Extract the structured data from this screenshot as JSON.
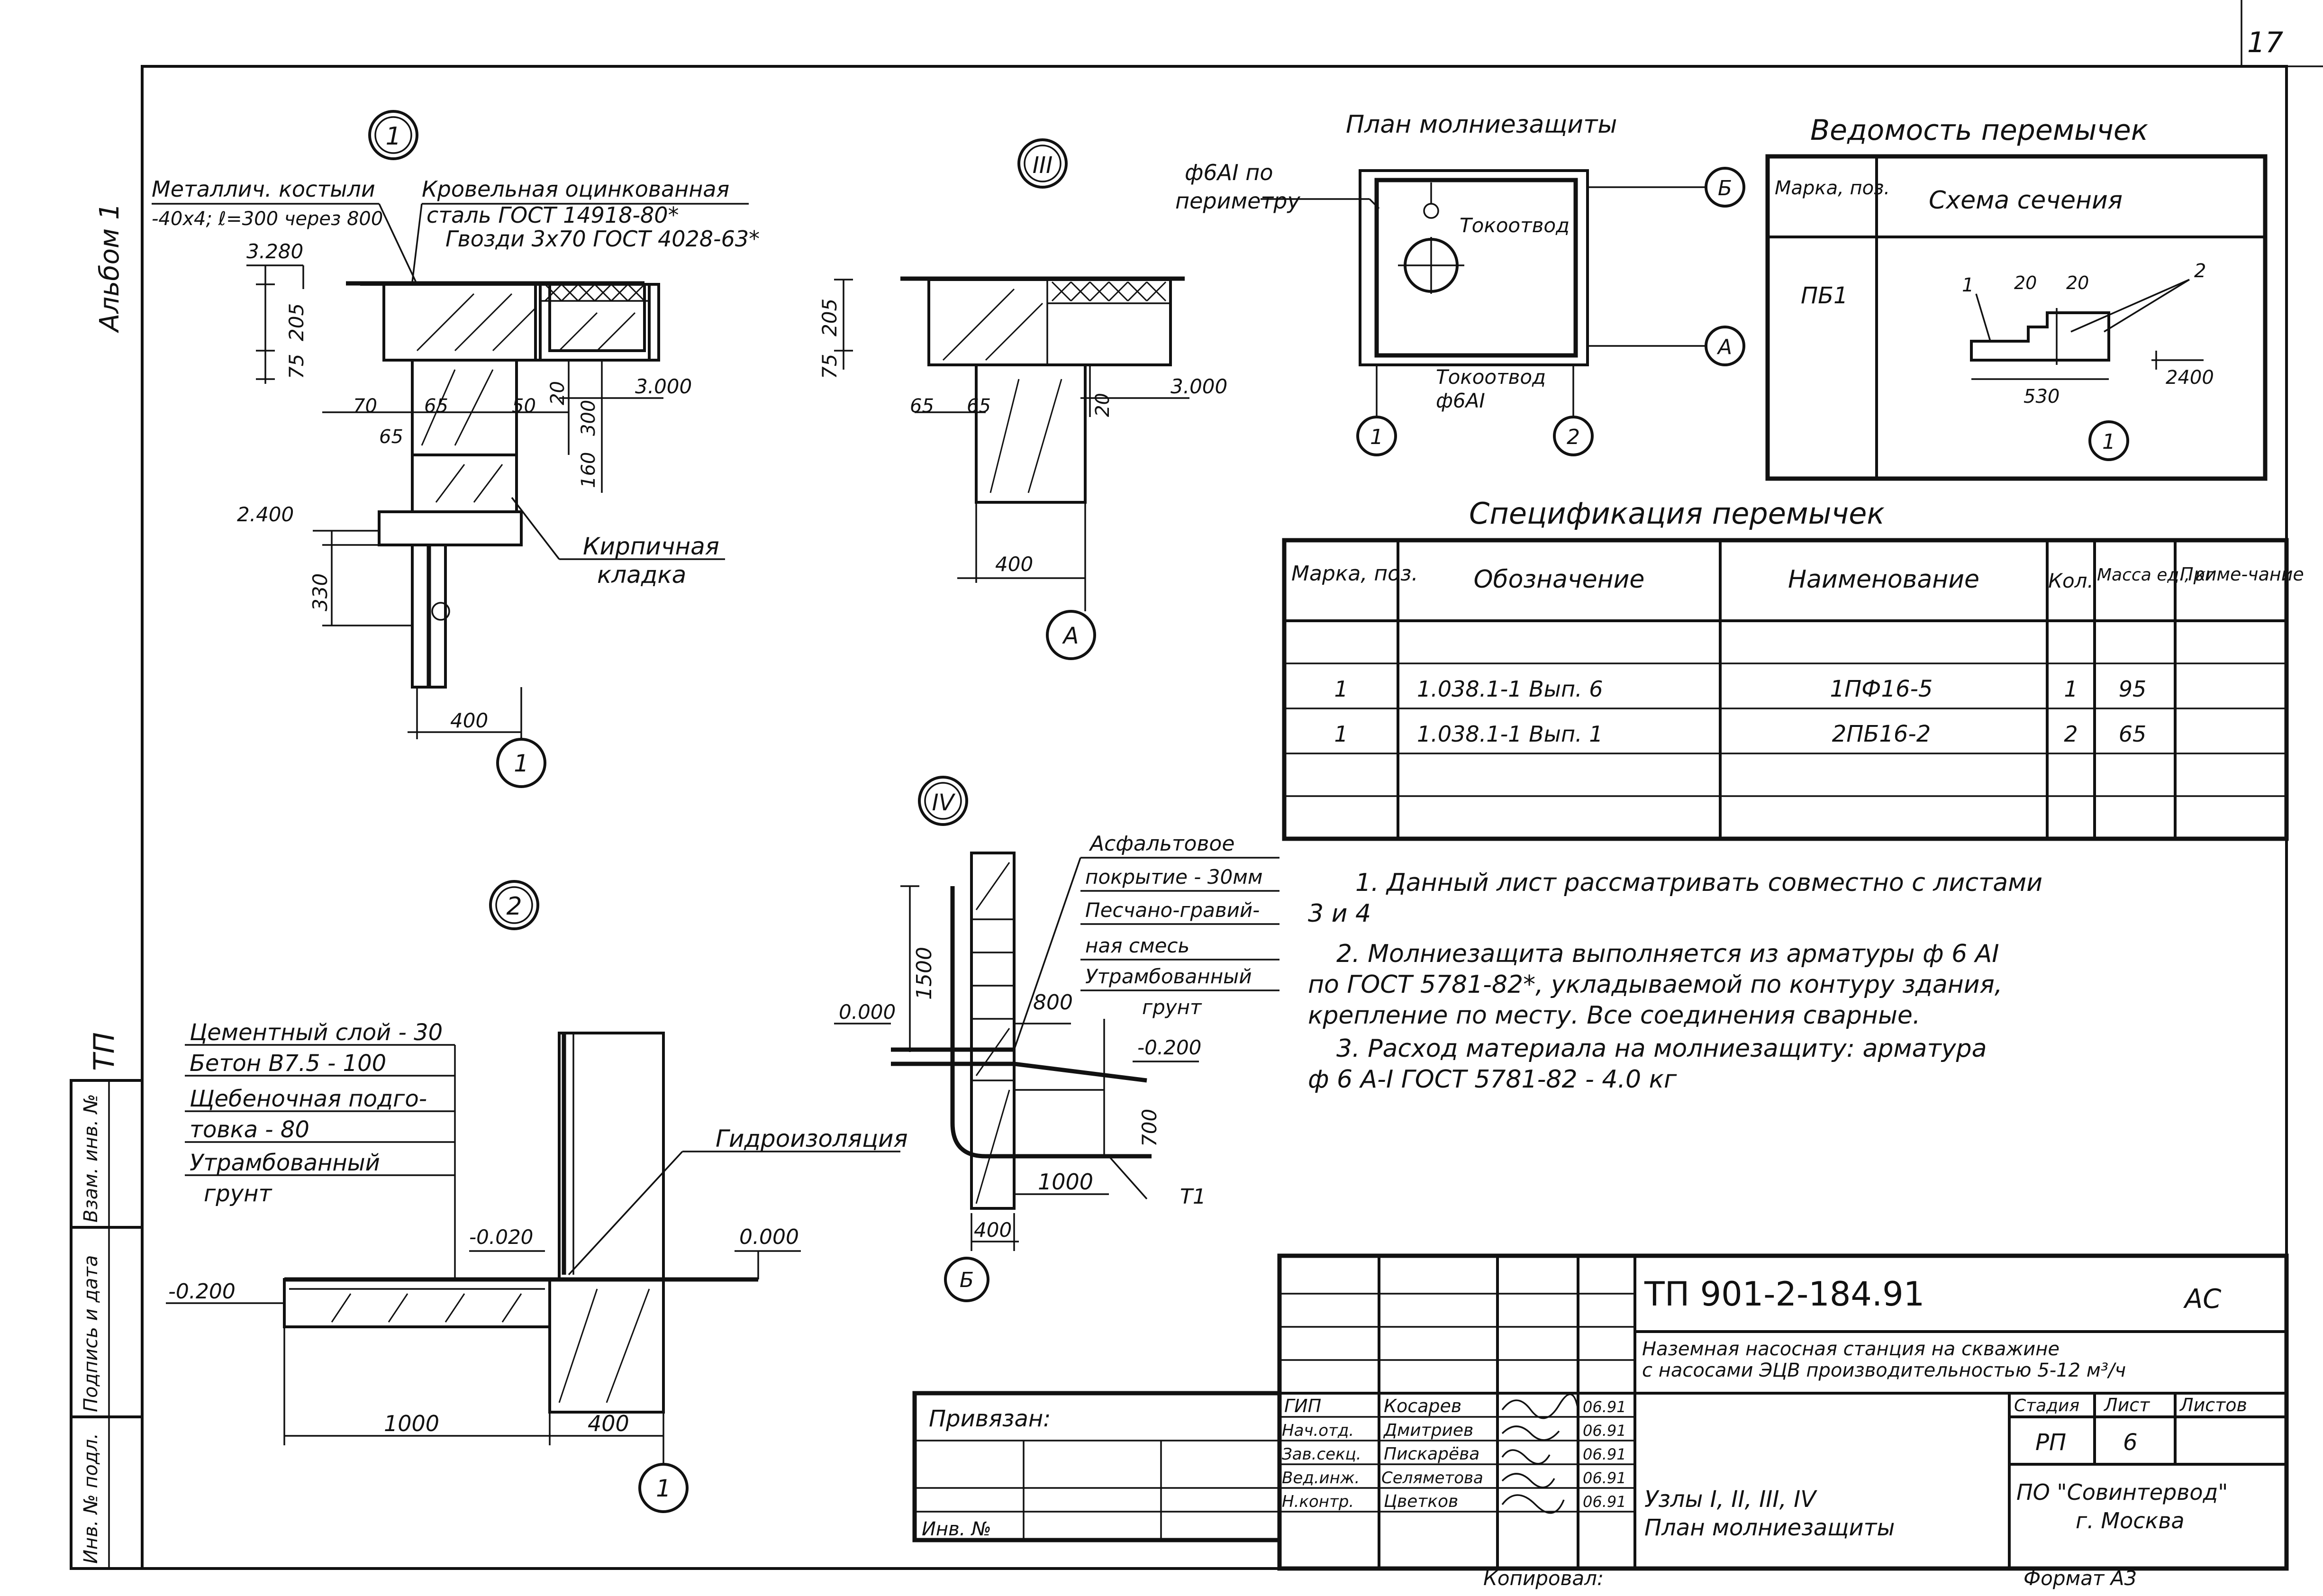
{
  "sheet": {
    "page_number": "17",
    "album_label": "Альбом 1",
    "tp_label": "ТП"
  },
  "side_stamp": {
    "col1": "Инв. № подл.",
    "col2": "Подпись и дата",
    "col3": "Взам. инв. №"
  },
  "node1": {
    "marker": "1",
    "label_metal": "Металлич. костыли",
    "label_metal2": "-40х4; ℓ=300 через 800",
    "label_roof1": "Кровельная оцинкованная",
    "label_roof2": "сталь ГОСТ 14918-80*",
    "label_roof3": "Гвозди 3х70 ГОСТ 4028-63*",
    "label_brick1": "Кирпичная",
    "label_brick2": "кладка",
    "dims": [
      "3.280",
      "205",
      "75",
      "70",
      "65",
      "65",
      "50",
      "20",
      "300",
      "160",
      "3.000",
      "2.400",
      "330",
      "400"
    ],
    "axis_marker": "1"
  },
  "node3": {
    "marker": "III",
    "dims": [
      "205",
      "75",
      "65",
      "65",
      "20",
      "3.000",
      "400"
    ],
    "axis_marker": "А"
  },
  "lightning_plan": {
    "title": "План молниезащиты",
    "perimeter1": "ф6АI по",
    "perimeter2": "периметру",
    "downconductor1": "Токоотвод",
    "downconductor2": "Токоотвод",
    "downconductor3": "ф6АI",
    "axes": [
      "Б",
      "А",
      "1",
      "2"
    ]
  },
  "lintel_sheet": {
    "title": "Ведомость перемычек",
    "col_mark": "Марка, поз.",
    "col_scheme": "Схема сечения",
    "row_mark": "ПБ1",
    "dims": [
      "1",
      "20",
      "20",
      "2",
      "530",
      "2400"
    ],
    "axis": "1"
  },
  "spec": {
    "title": "Спецификация перемычек",
    "headers": [
      "Марка, поз.",
      "Обозначение",
      "Наименование",
      "Кол.",
      "Масса ед., кг",
      "Приме-чание"
    ],
    "rows": [
      [
        "1",
        "1.038.1-1  Вып. 6",
        "1ПФ16-5",
        "1",
        "95",
        ""
      ],
      [
        "1",
        "1.038.1-1  Вып. 1",
        "2ПБ16-2",
        "2",
        "65",
        ""
      ]
    ]
  },
  "notes": {
    "n1a": "1. Данный лист рассматривать совместно с листами",
    "n1b": "3 и 4",
    "n2a": "2. Молниезащита выполняется из арматуры ф 6 АI",
    "n2b": "по ГОСТ 5781-82*, укладываемой по контуру здания,",
    "n2c": "крепление по месту. Все соединения сварные.",
    "n3a": "3. Расход материала на молниезащиту: арматура",
    "n3b": "ф 6 А-I ГОСТ 5781-82 - 4.0 кг"
  },
  "node4": {
    "marker": "IV",
    "label1": "Асфальтовое",
    "label2": "покрытие - 30мм",
    "label3": "Песчано-гравий-",
    "label4": "ная смесь",
    "label5": "Утрамбованный",
    "label6": "грунт",
    "dims": [
      "1500",
      "0.000",
      "800",
      "-0.200",
      "700",
      "1000",
      "400"
    ],
    "t1": "Т1",
    "axis_marker": "Б"
  },
  "node2": {
    "marker": "2",
    "layers": [
      "Цементный слой - 30",
      "Бетон В7.5 - 100",
      "Щебеночная подго-",
      "товка          - 80",
      "Утрамбованный",
      "грунт"
    ],
    "waterproof": "Гидроизоляция",
    "dims": [
      "-0.020",
      "0.000",
      "-0.200",
      "1000",
      "400"
    ],
    "axis_marker": "1"
  },
  "title_block": {
    "code": "ТП  901-2-184.91",
    "mark": "АС",
    "desc1": "Наземная насосная станция на скважине",
    "desc2": "с насосами ЭЦВ производительностью 5-12 м³/ч",
    "stage_hdr": "Стадия",
    "sheet_hdr": "Лист",
    "sheets_hdr": "Листов",
    "stage": "РП",
    "sheet": "6",
    "roles": [
      "ГИП",
      "Нач.отд.",
      "Зав.секц.",
      "Вед.инж.",
      "Н.контр."
    ],
    "names": [
      "Косарев",
      "Дмитриев",
      "Пискарёва",
      "Селяметова",
      "Цветков"
    ],
    "dates": [
      "06.91",
      "06.91",
      "06.91",
      "06.91",
      "06.91"
    ],
    "drawing1": "Узлы I, II, III, IV",
    "drawing2": "План молниезащиты",
    "org1": "ПО \"Совинтервод\"",
    "org2": "г. Москва",
    "bound": "Привязан:",
    "inv": "Инв. №",
    "copied": "Копировал:",
    "format": "Формат А3"
  }
}
